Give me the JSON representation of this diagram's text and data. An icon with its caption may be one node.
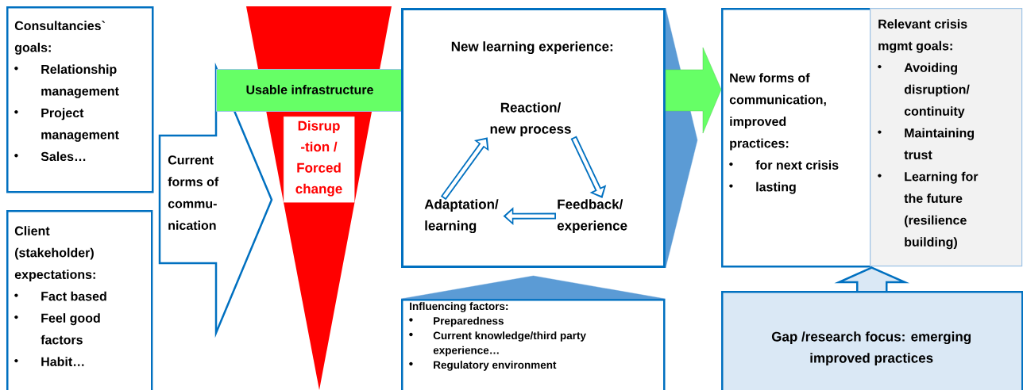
{
  "diagram": {
    "nodes": [
      {
        "text": [
          "Consultancies` goals:",
          "Relationship management",
          "Project management",
          "Sales…"
        ]
      },
      {
        "text": [
          "Client (stakeholder) expectations:",
          "Fact based",
          "Feel good factors",
          "Habit…"
        ]
      },
      {
        "text": [
          "Current forms of commu- nication"
        ]
      },
      {
        "text": [
          "Usable infrastructure"
        ]
      },
      {
        "text": [
          "Disrup -tion / Forced change"
        ]
      },
      {
        "text": [
          "New learning experience:"
        ]
      },
      {
        "text": [
          "Reaction/ new process"
        ],
        "in": 5
      },
      {
        "text": [
          "Feedback/ experience"
        ],
        "in": 5
      },
      {
        "text": [
          "Adaptation/ learning"
        ],
        "in": 5
      },
      {
        "text": [
          "Influencing factors:",
          "Preparedness",
          "Current knowledge/third party experience…",
          "Regulatory environment"
        ]
      },
      {
        "text": [
          "New forms of communication, improved practices:",
          "for next crisis",
          "lasting"
        ]
      },
      {
        "text": [
          "Relevant crisis mgmt goals:",
          "Avoiding disruption/ continuity",
          "Maintaining trust",
          "Learning for the future (resilience building)"
        ]
      },
      {
        "text": [
          "Gap /research focus: emerging improved practices"
        ]
      }
    ],
    "edges": [
      {
        "from": 6,
        "to": 7,
        "arrow": "to"
      },
      {
        "from": 7,
        "to": 8,
        "arrow": "to"
      },
      {
        "from": 8,
        "to": 6,
        "arrow": "to"
      },
      {
        "from": 5,
        "to": 10,
        "arrow": "to",
        "color": "#5b9bd5"
      },
      {
        "from": 5,
        "to": 10,
        "arrow": "to",
        "color": "#66ff66"
      },
      {
        "from": 9,
        "to": 5,
        "arrow": "to",
        "color": "#5b9bd5"
      },
      {
        "from": 12,
        "to": 10,
        "arrow": "to"
      }
    ]
  }
}
